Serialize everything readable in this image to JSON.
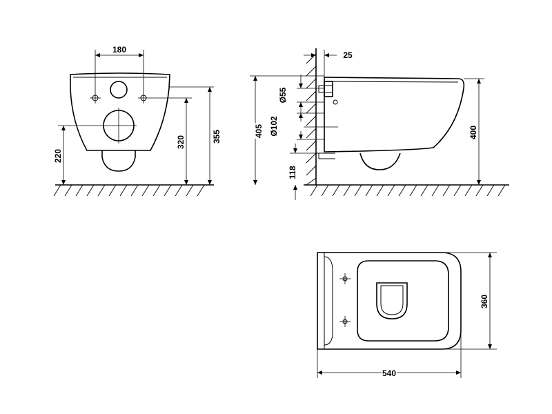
{
  "front_view": {
    "dims": {
      "hole_spacing": "180",
      "inlet_height": "220",
      "fixing_height": "320",
      "top_height": "355"
    }
  },
  "side_view": {
    "dims": {
      "wall_offset": "25",
      "pipe_dia_small": "Ø55",
      "pipe_dia_large": "Ø102",
      "fixing_height": "405",
      "outlet_height": "118",
      "rim_height": "400"
    }
  },
  "top_view": {
    "dims": {
      "width": "360",
      "length": "540"
    }
  }
}
